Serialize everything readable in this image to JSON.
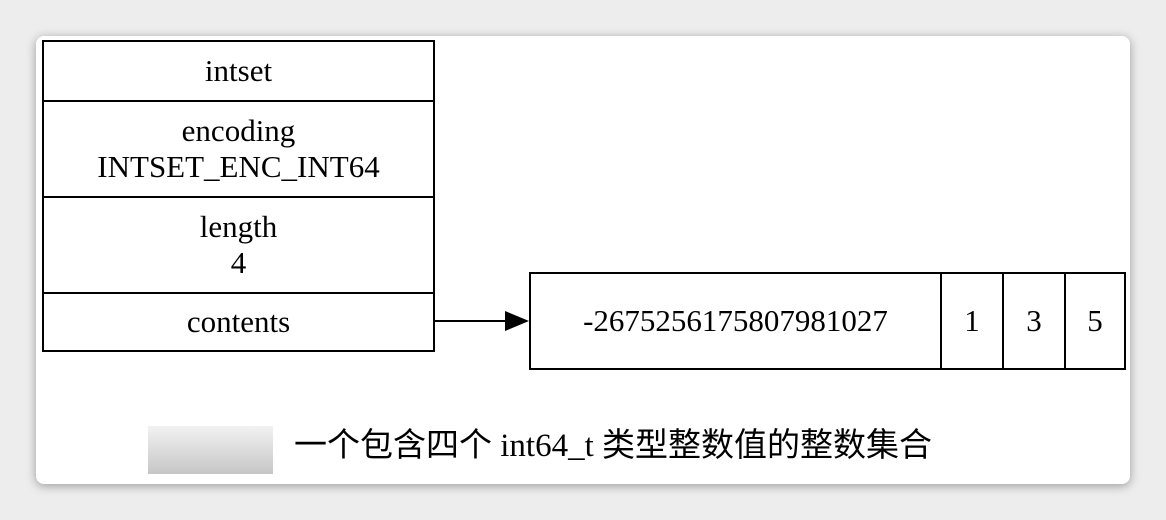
{
  "intset": {
    "title": "intset",
    "encoding_label": "encoding",
    "encoding_value": "INTSET_ENC_INT64",
    "length_label": "length",
    "length_value": "4",
    "contents_label": "contents"
  },
  "contents_array": [
    "-2675256175807981027",
    "1",
    "3",
    "5"
  ],
  "caption": "一个包含四个 int64_t 类型整数值的整数集合"
}
